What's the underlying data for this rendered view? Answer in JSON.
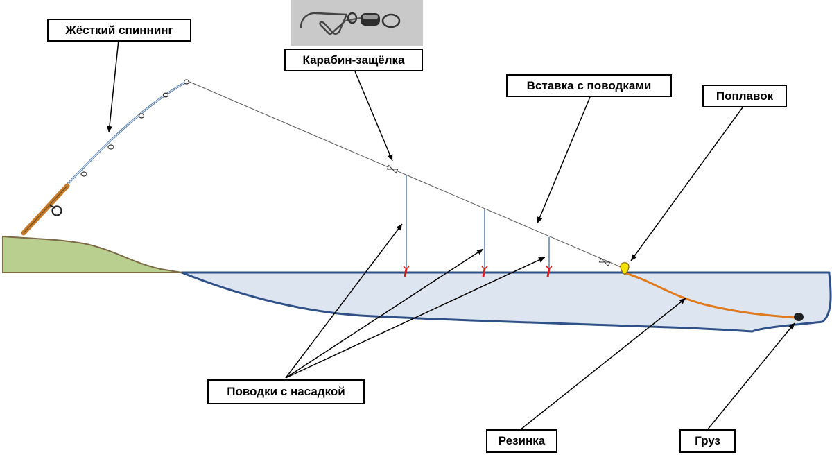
{
  "labels": {
    "rod": "Жёсткий спиннинг",
    "snap": "Карабин-защёлка",
    "insert": "Вставка с поводками",
    "float": "Поплавок",
    "leaders": "Поводки с насадкой",
    "rubber": "Резинка",
    "weight": "Груз"
  },
  "colors": {
    "water_fill": "#dde5f0",
    "water_edge": "#2f5187",
    "bank_fill": "#b9cf8f",
    "bank_edge": "#7a6a45",
    "rod_handle": "#c57a2a",
    "rubber_line": "#e07a1e",
    "float": "#f5e400",
    "hook": "#d62020",
    "leader_line": "#5a7fa6"
  },
  "icons": [
    "swivel-snap-photo",
    "float-icon",
    "sinker-icon",
    "hook-icon",
    "rod-guide-icon",
    "reel-icon"
  ]
}
